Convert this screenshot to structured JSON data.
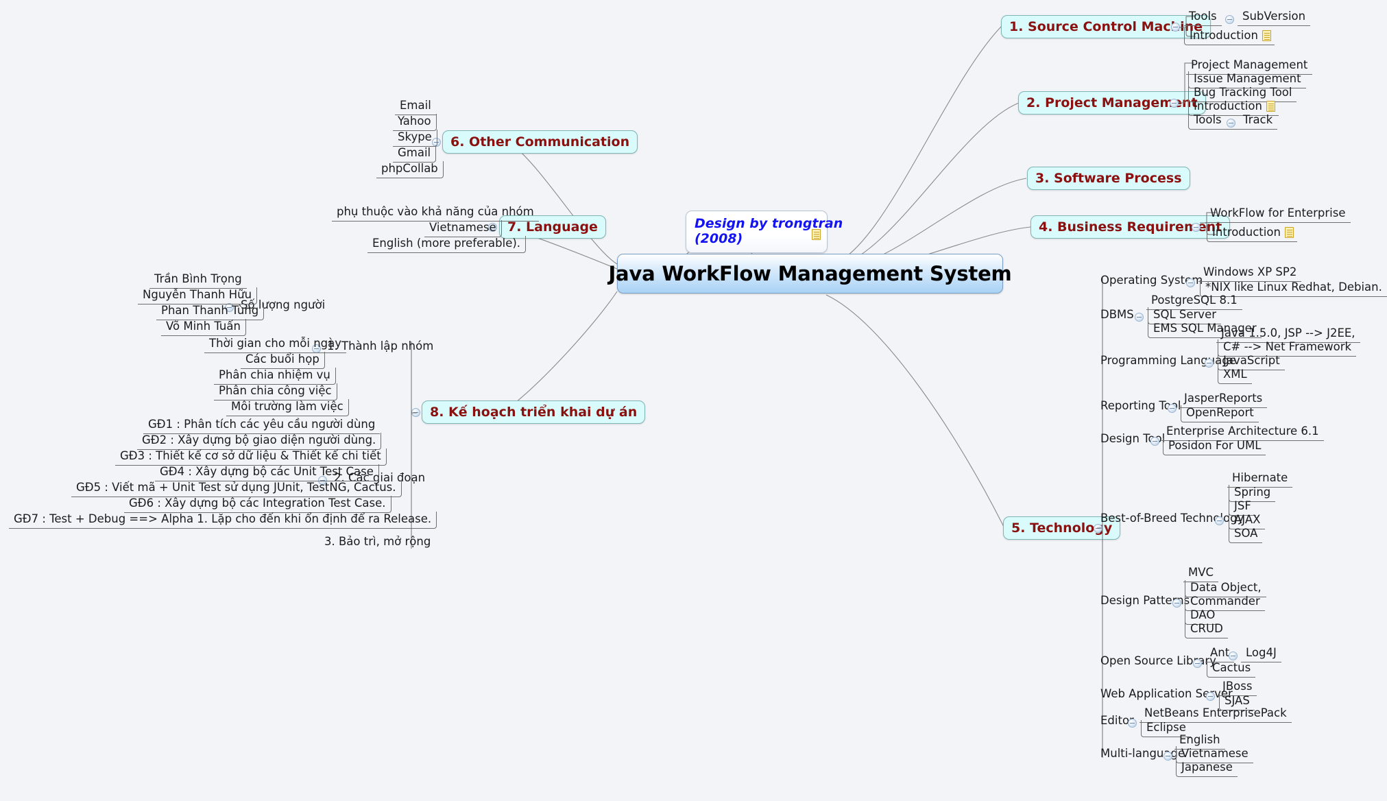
{
  "root": {
    "title": "Java WorkFlow Management System",
    "accent_bg": "#a9d2f5",
    "accent_border": "#7a9ec4"
  },
  "note_bubble": {
    "line1": "Design by trongtran",
    "line2": "(2008)",
    "color": "#1414f0",
    "icon": "note-icon"
  },
  "style": {
    "main_topic_bg": "#d9fbfb",
    "main_topic_border": "#7fb5b5",
    "main_topic_color": "#8b1111",
    "leaf_color": "#1b1b1b",
    "line_color": "#6e6e6e",
    "canvas_bg": "#f2f4f8"
  },
  "branches": {
    "source_control": {
      "label": "1. Source Control Machine",
      "children": [
        {
          "label": "Tools",
          "has_knob": true
        },
        {
          "label": "SubVersion"
        },
        {
          "label": "Introduction",
          "note": true
        }
      ]
    },
    "project_management": {
      "label": "2. Project Management",
      "children": [
        {
          "label": "Project Management"
        },
        {
          "label": "Issue Management"
        },
        {
          "label": "Bug Tracking Tool"
        },
        {
          "label": "Introduction",
          "note": true
        },
        {
          "label": "Tools",
          "has_knob": true
        },
        {
          "label": "Track"
        }
      ]
    },
    "software_process": {
      "label": "3. Software Process",
      "children": []
    },
    "business_requirement": {
      "label": "4. Business Requirement",
      "children": [
        {
          "label": "WorkFlow for Enterprise"
        },
        {
          "label": "Introduction",
          "note": true
        }
      ]
    },
    "technology": {
      "label": "5. Technology",
      "groups": [
        {
          "label": "Operating System",
          "items": [
            "Windows XP SP2",
            "*NIX like Linux Redhat, Debian."
          ]
        },
        {
          "label": "DBMS",
          "items": [
            "PostgreSQL 8.1",
            "SQL Server",
            "EMS SQL Manager"
          ]
        },
        {
          "label": "Programming Language",
          "items": [
            "Java 1.5.0, JSP --> J2EE,",
            "C# --> Net Framework",
            "JavaScript",
            "XML"
          ]
        },
        {
          "label": "Reporting Tool",
          "items": [
            "JasperReports",
            "OpenReport"
          ]
        },
        {
          "label": "Design Tool",
          "items": [
            "Enterprise Architecture 6.1",
            "Posidon For UML"
          ]
        },
        {
          "label": "Best-of-Breed Technology",
          "items": [
            "Hibernate",
            "Spring",
            "JSF",
            "AJAX",
            "SOA"
          ]
        },
        {
          "label": "Design Patterns",
          "items": [
            "MVC",
            "Data Object,",
            "Commander",
            "DAO",
            "CRUD"
          ]
        },
        {
          "label": "Open Source Library",
          "items": [
            "Ant",
            "Log4J",
            "Cactus"
          ]
        },
        {
          "label": "Web Application Server",
          "items": [
            "JBoss",
            "SJAS"
          ]
        },
        {
          "label": "Editor",
          "items": [
            "NetBeans EnterprisePack",
            "Eclipse"
          ]
        },
        {
          "label": "Multi-language",
          "items": [
            "English",
            "Vietnamese",
            "Japanese"
          ]
        }
      ]
    },
    "other_communication": {
      "label": "6. Other Communication",
      "children": [
        "Email",
        "Yahoo",
        "Skype",
        "Gmail",
        "phpCollab"
      ]
    },
    "language": {
      "label": "7. Language",
      "children": [
        "phụ thuộc vào khả năng của nhóm",
        "Vietnamese",
        "English (more preferable)."
      ]
    },
    "deployment_plan": {
      "label": "8. Kế hoạch triển khai dự án",
      "groups": [
        {
          "label": "1. Thành lập nhóm",
          "sub": {
            "label": "Số lượng người",
            "items": [
              "Trần Bình Trọng",
              "Nguyễn Thanh Hữu",
              "Phan Thanh Tùng",
              "Võ Minh Tuấn"
            ]
          },
          "items": [
            "Thời gian cho mỗi ngày",
            "Các buổi họp",
            "Phân chia nhiệm vụ",
            "Phân chia công việc",
            "Môi trường làm việc"
          ]
        },
        {
          "label": "2. Các giai đoạn",
          "items": [
            "GĐ1 : Phân tích các yêu cầu người dùng",
            "GĐ2 : Xây dựng bộ giao diện người dùng.",
            "GĐ3 : Thiết kế cơ sở dữ liệu & Thiết kế chi tiết",
            "GĐ4 : Xây dựng bộ các Unit Test Case",
            "GĐ5 : Viết mã + Unit Test sử dụng JUnit, TestNG, Cactus.",
            "GĐ6 : Xây dựng bộ các Integration Test Case.",
            "GĐ7 : Test + Debug ==> Alpha 1. Lặp cho đến khi ổn định để ra Release."
          ]
        },
        {
          "label": "3. Bảo trì, mở rộng",
          "items": []
        }
      ]
    }
  }
}
